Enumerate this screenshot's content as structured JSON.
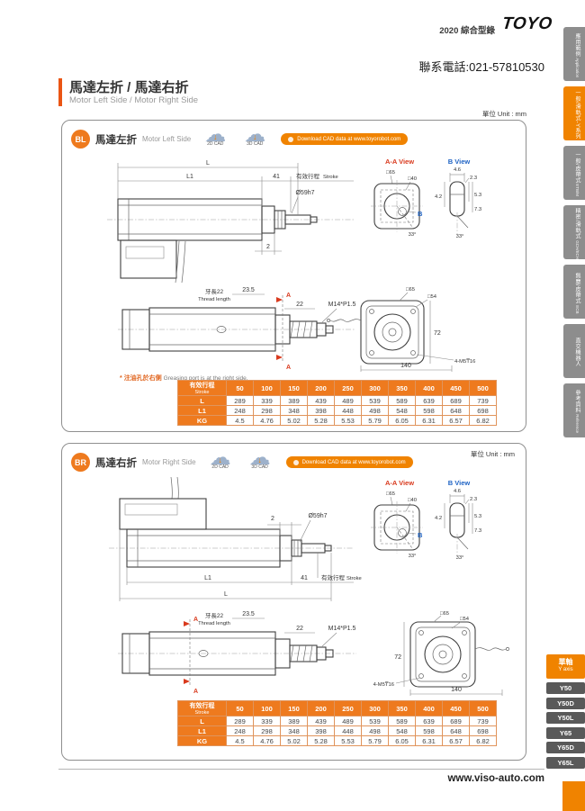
{
  "header": {
    "catalog_label": "2020 綜合型錄",
    "logo": "TOYO",
    "phone": "聯系電話:021-57810530"
  },
  "title": {
    "zh": "馬達左折 / 馬達右折",
    "en": "Motor Left Side / Motor Right Side"
  },
  "footer": {
    "url": "www.viso-auto.com"
  },
  "sidebar": {
    "tabs": [
      {
        "zh": "應用範例",
        "en": "Application",
        "active": false
      },
      {
        "zh": "一般/滑軌式-Y系列",
        "en": "Y Series",
        "active": true
      },
      {
        "zh": "一般/皮帶式",
        "en": "ETB/M",
        "active": false
      },
      {
        "zh": "精密/滑軌式",
        "en": "GCH/ECH",
        "active": false
      },
      {
        "zh": "無塵/皮帶式",
        "en": "ECB",
        "active": false
      },
      {
        "zh": "直交機器人",
        "en": "XYGT/XYTH/XYTB",
        "active": false
      },
      {
        "zh": "參考資料",
        "en": "Reference",
        "active": false
      }
    ],
    "axis_tab": {
      "zh": "單軸",
      "en": "Y axis"
    },
    "model_tabs": [
      "Y50",
      "Y50D",
      "Y50L",
      "Y65",
      "Y65D",
      "Y65L"
    ]
  },
  "panels": [
    {
      "badge": "BL",
      "title_zh": "馬達左折",
      "title_en": "Motor Left Side",
      "unit": "單位 Unit : mm",
      "cad2d": "2D CAD",
      "cad3d": "3D CAD",
      "download": "Download CAD data at www.toyorobot.com",
      "aa_view": "A-A View",
      "b_view": "B View",
      "note_star": "*",
      "note_zh": "注油孔於右側",
      "note_en": "Greasing port is at the right side.",
      "dims": {
        "L": "L",
        "L1": "L1",
        "n41": "41",
        "stroke_zh": "有效行程",
        "stroke_en": "Stroke",
        "shaft": "Ø59h7",
        "n2": "2",
        "sq65": "□65",
        "sq40": "□40",
        "n46": "4.6",
        "n23": "2.3",
        "n53": "5.3",
        "n73": "7.3",
        "n42": "4.2",
        "ang": "33°",
        "b": "B",
        "thread_zh": "牙長22",
        "thread_en": "Thread length",
        "n235": "23.5",
        "n22": "22",
        "m14": "M14*P1.5",
        "f65": "□65",
        "f54": "□54",
        "n72": "72",
        "n140": "140",
        "m5": "4-M5₸16",
        "a_mark": "A"
      },
      "table": {
        "header_zh": "有效行程",
        "header_en": "Stroke",
        "cols": [
          "50",
          "100",
          "150",
          "200",
          "250",
          "300",
          "350",
          "400",
          "450",
          "500"
        ],
        "rows": [
          {
            "label": "L",
            "values": [
              "289",
              "339",
              "389",
              "439",
              "489",
              "539",
              "589",
              "639",
              "689",
              "739"
            ]
          },
          {
            "label": "L1",
            "values": [
              "248",
              "298",
              "348",
              "398",
              "448",
              "498",
              "548",
              "598",
              "648",
              "698"
            ]
          },
          {
            "label": "KG",
            "values": [
              "4.5",
              "4.76",
              "5.02",
              "5.28",
              "5.53",
              "5.79",
              "6.05",
              "6.31",
              "6.57",
              "6.82"
            ]
          }
        ]
      }
    },
    {
      "badge": "BR",
      "title_zh": "馬達右折",
      "title_en": "Motor Right Side",
      "unit": "單位 Unit : mm",
      "cad2d": "2D CAD",
      "cad3d": "3D CAD",
      "download": "Download CAD data at www.toyorobot.com",
      "aa_view": "A-A View",
      "b_view": "B View",
      "dims": {
        "L": "L",
        "L1": "L1",
        "n41": "41",
        "stroke_zh": "有效行程",
        "stroke_en": "Stroke",
        "shaft": "Ø59h7",
        "n2": "2",
        "sq65": "□65",
        "sq40": "□40",
        "n46": "4.6",
        "n23": "2.3",
        "n53": "5.3",
        "n73": "7.3",
        "n42": "4.2",
        "ang": "33°",
        "b": "B",
        "thread_zh": "牙長22",
        "thread_en": "Thread length",
        "n235": "23.5",
        "n22": "22",
        "m14": "M14*P1.5",
        "f65": "□65",
        "f54": "□54",
        "n72": "72",
        "n140": "140",
        "m5": "4-M5₸16",
        "a_mark": "A"
      },
      "table": {
        "header_zh": "有效行程",
        "header_en": "Stroke",
        "cols": [
          "50",
          "100",
          "150",
          "200",
          "250",
          "300",
          "350",
          "400",
          "450",
          "500"
        ],
        "rows": [
          {
            "label": "L",
            "values": [
              "289",
              "339",
              "389",
              "439",
              "489",
              "539",
              "589",
              "639",
              "689",
              "739"
            ]
          },
          {
            "label": "L1",
            "values": [
              "248",
              "298",
              "348",
              "398",
              "448",
              "498",
              "548",
              "598",
              "648",
              "698"
            ]
          },
          {
            "label": "KG",
            "values": [
              "4.5",
              "4.76",
              "5.02",
              "5.28",
              "5.53",
              "5.79",
              "6.05",
              "6.31",
              "6.57",
              "6.82"
            ]
          }
        ]
      }
    }
  ]
}
